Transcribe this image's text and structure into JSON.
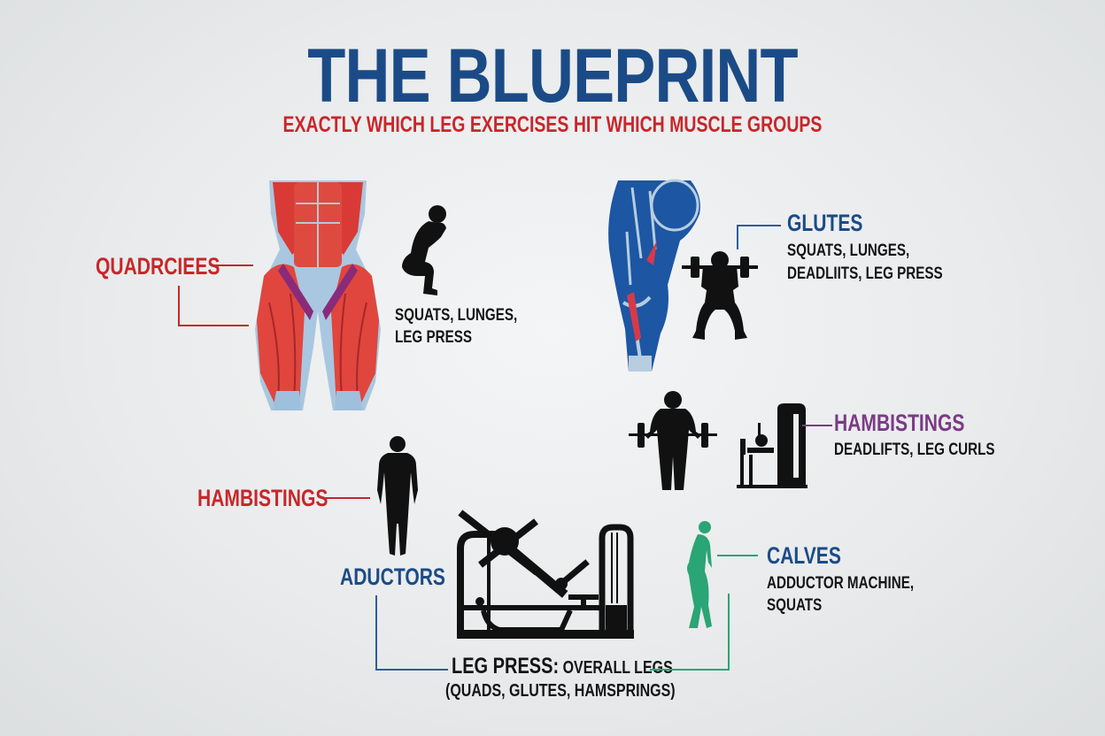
{
  "header": {
    "title": "THE BLUEPRINT",
    "subtitle": "EXACTLY WHICH LEG EXERCISES HIT WHICH MUSCLE GROUPS"
  },
  "colors": {
    "title_blue": "#1b4b86",
    "accent_red": "#c8262a",
    "accent_purple": "#7b3a86",
    "accent_green": "#2aa575",
    "silhouette": "#111111",
    "background": "#e9ebec"
  },
  "sections": {
    "quadriceps": {
      "label": "QUADRCIEES",
      "exercises_line1": "SQUATS, LUNGES,",
      "exercises_line2": "LEG PRESS",
      "icons": [
        "front-thigh-muscle-anatomy-icon",
        "bodyweight-squat-silhouette-icon"
      ]
    },
    "glutes": {
      "label": "GLUTES",
      "exercises_line1": "SQUATS, LUNGES,",
      "exercises_line2": "DEADLIITS, LEG PRESS",
      "icons": [
        "rear-leg-muscle-anatomy-icon",
        "barbell-squat-silhouette-icon"
      ]
    },
    "hamstrings_right": {
      "label": "HAMBISTINGS",
      "exercises_line1": "DEADLIFTS, LEG CURLS",
      "icons": [
        "deadlift-silhouette-icon",
        "leg-curl-machine-icon"
      ]
    },
    "hamstrings_left": {
      "label": "HAMBISTINGS",
      "icons": [
        "standing-body-silhouette-icon"
      ]
    },
    "adductors": {
      "label": "ADUCTORS"
    },
    "calves": {
      "label": "CALVES",
      "exercises_line1": "ADDUCTOR MACHINE,",
      "exercises_line2": "SQUATS",
      "icons": [
        "walking-figure-green-icon"
      ]
    },
    "leg_press": {
      "label_bold": "LEG PRESS:",
      "label_rest": " OVERALL LEGS",
      "line2": "(QUADS, GLUTES, HAMSPRINGS)",
      "icons": [
        "leg-press-machine-icon"
      ]
    }
  }
}
